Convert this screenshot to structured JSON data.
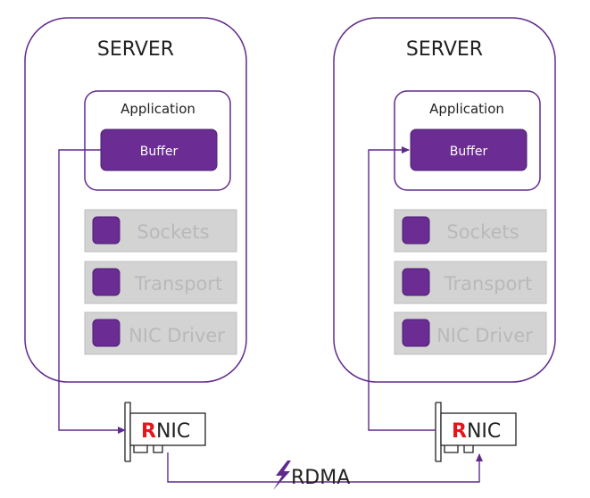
{
  "colors": {
    "purple": "#5f2a8e",
    "buffer_fill": "#6b2c93",
    "layer_fill": "#d3d3d3",
    "layer_text": "#b9b9b9",
    "r_red": "#e8141b"
  },
  "servers": [
    {
      "title": "SERVER",
      "application": "Application",
      "buffer": "Buffer",
      "layers": [
        "Sockets",
        "Transport",
        "NIC Driver"
      ],
      "nic_r": "R",
      "nic_suffix": "NIC"
    },
    {
      "title": "SERVER",
      "application": "Application",
      "buffer": "Buffer",
      "layers": [
        "Sockets",
        "Transport",
        "NIC Driver"
      ],
      "nic_r": "R",
      "nic_suffix": "NIC"
    }
  ],
  "link": {
    "label": "RDMA",
    "icon": "lightning-bolt-icon"
  }
}
